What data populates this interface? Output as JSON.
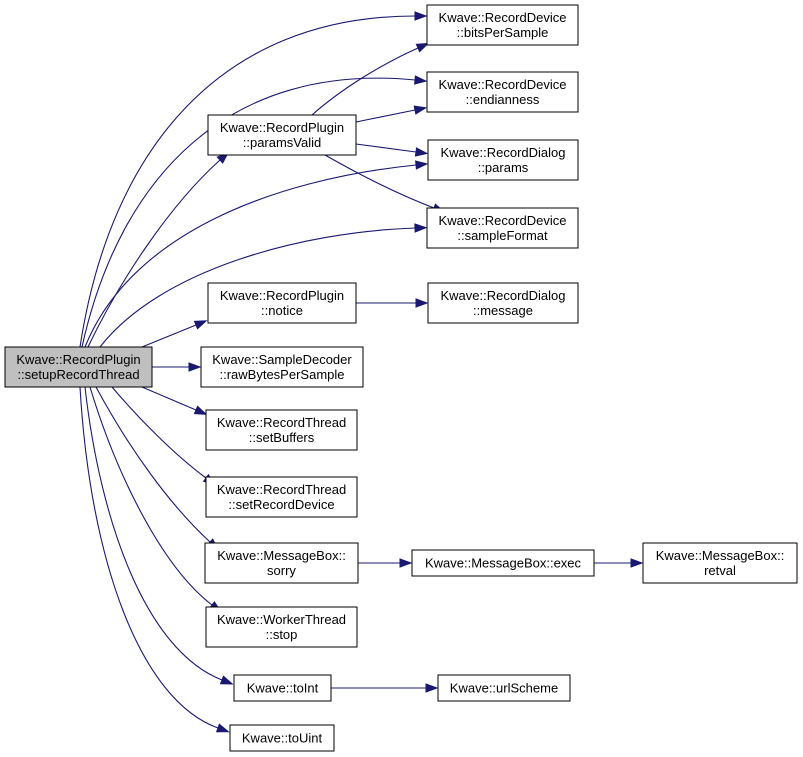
{
  "nodes": [
    {
      "id": "root",
      "lines": [
        "Kwave::RecordPlugin",
        "::setupRecordThread"
      ],
      "root": true
    },
    {
      "id": "bitsPerSample",
      "lines": [
        "Kwave::RecordDevice",
        "::bitsPerSample"
      ]
    },
    {
      "id": "endianness",
      "lines": [
        "Kwave::RecordDevice",
        "::endianness"
      ]
    },
    {
      "id": "paramsValid",
      "lines": [
        "Kwave::RecordPlugin",
        "::paramsValid"
      ]
    },
    {
      "id": "params",
      "lines": [
        "Kwave::RecordDialog",
        "::params"
      ]
    },
    {
      "id": "sampleFormat",
      "lines": [
        "Kwave::RecordDevice",
        "::sampleFormat"
      ]
    },
    {
      "id": "notice",
      "lines": [
        "Kwave::RecordPlugin",
        "::notice"
      ]
    },
    {
      "id": "message",
      "lines": [
        "Kwave::RecordDialog",
        "::message"
      ]
    },
    {
      "id": "rawBytesPerSample",
      "lines": [
        "Kwave::SampleDecoder",
        "::rawBytesPerSample"
      ]
    },
    {
      "id": "setBuffers",
      "lines": [
        "Kwave::RecordThread",
        "::setBuffers"
      ]
    },
    {
      "id": "setRecordDevice",
      "lines": [
        "Kwave::RecordThread",
        "::setRecordDevice"
      ]
    },
    {
      "id": "sorry",
      "lines": [
        "Kwave::MessageBox::",
        "sorry"
      ]
    },
    {
      "id": "exec",
      "lines": [
        "Kwave::MessageBox::exec"
      ]
    },
    {
      "id": "retval",
      "lines": [
        "Kwave::MessageBox::",
        "retval"
      ]
    },
    {
      "id": "stop",
      "lines": [
        "Kwave::WorkerThread",
        "::stop"
      ]
    },
    {
      "id": "toInt",
      "lines": [
        "Kwave::toInt"
      ]
    },
    {
      "id": "urlScheme",
      "lines": [
        "Kwave::urlScheme"
      ]
    },
    {
      "id": "toUint",
      "lines": [
        "Kwave::toUint"
      ]
    }
  ],
  "edges": [
    {
      "from": "root",
      "to": "bitsPerSample"
    },
    {
      "from": "root",
      "to": "endianness"
    },
    {
      "from": "root",
      "to": "paramsValid"
    },
    {
      "from": "root",
      "to": "params"
    },
    {
      "from": "root",
      "to": "sampleFormat"
    },
    {
      "from": "root",
      "to": "notice"
    },
    {
      "from": "root",
      "to": "rawBytesPerSample"
    },
    {
      "from": "root",
      "to": "setBuffers"
    },
    {
      "from": "root",
      "to": "setRecordDevice"
    },
    {
      "from": "root",
      "to": "sorry"
    },
    {
      "from": "root",
      "to": "stop"
    },
    {
      "from": "root",
      "to": "toInt"
    },
    {
      "from": "root",
      "to": "toUint"
    },
    {
      "from": "paramsValid",
      "to": "bitsPerSample"
    },
    {
      "from": "paramsValid",
      "to": "endianness"
    },
    {
      "from": "paramsValid",
      "to": "params"
    },
    {
      "from": "paramsValid",
      "to": "sampleFormat"
    },
    {
      "from": "notice",
      "to": "message"
    },
    {
      "from": "sorry",
      "to": "exec"
    },
    {
      "from": "exec",
      "to": "retval"
    },
    {
      "from": "toInt",
      "to": "urlScheme"
    }
  ],
  "colors": {
    "edge": "#191970",
    "root_fill": "#bfbfbf",
    "node_fill": "#ffffff",
    "border": "#000000"
  }
}
